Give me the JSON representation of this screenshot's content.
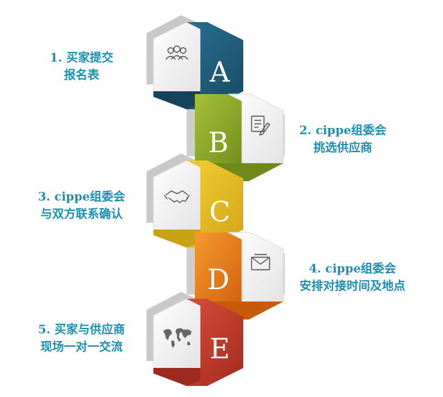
{
  "steps": [
    {
      "letter": "A",
      "line1": "1. 买家提交",
      "line2": "报名表",
      "icon": "people-icon",
      "color": "#1f5d7a",
      "side": "left"
    },
    {
      "letter": "B",
      "line1": "2. cippe组委会",
      "line2": "挑选供应商",
      "icon": "document-edit-icon",
      "color": "#8fa82a",
      "side": "right"
    },
    {
      "letter": "C",
      "line1": "3. cippe组委会",
      "line2": "与双方联系确认",
      "icon": "handshake-icon",
      "color": "#e0b820",
      "side": "left"
    },
    {
      "letter": "D",
      "line1": "4. cippe组委会",
      "line2": "安排对接时间及地点",
      "icon": "mail-icon",
      "color": "#e07a1c",
      "side": "right"
    },
    {
      "letter": "E",
      "line1": "5. 买家与供应商",
      "line2": "现场一对一交流",
      "icon": "world-map-icon",
      "color": "#c0392b",
      "side": "left"
    }
  ]
}
